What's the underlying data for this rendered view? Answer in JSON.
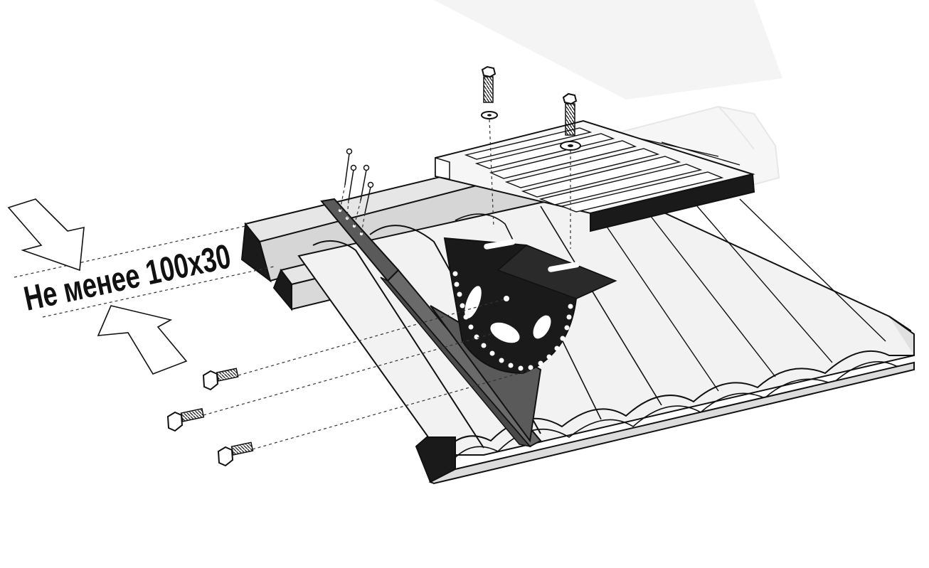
{
  "diagram": {
    "annotation": {
      "text": "Не менее 100x30"
    },
    "colors": {
      "outline": "#111111",
      "dark_part": "#222222",
      "roof_fill": "#f2f2f2",
      "shadow": "#dcdcdc",
      "bracket": "#5a5a5a",
      "dash": "#333333"
    },
    "icons": {
      "arrow_top": "outline-arrow-down-right",
      "arrow_bottom": "outline-arrow-up-left",
      "screw": "wood-screw",
      "bolt": "hex-bolt"
    }
  }
}
